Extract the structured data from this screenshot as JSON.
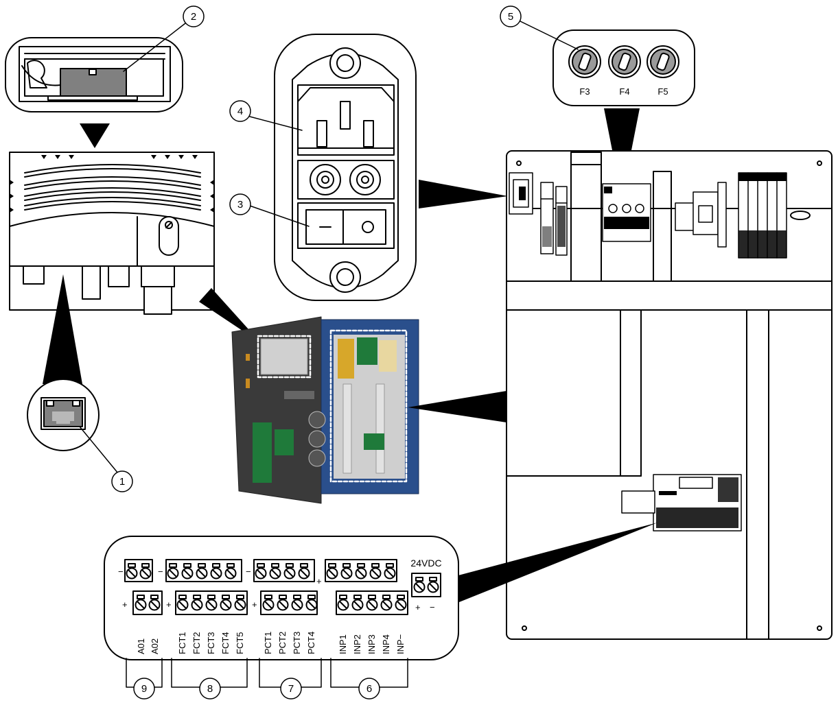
{
  "callouts": [
    "1",
    "2",
    "3",
    "4",
    "5",
    "6",
    "7",
    "8",
    "9"
  ],
  "fuses": [
    "F3",
    "F4",
    "F5"
  ],
  "power_label": "24VDC",
  "signs": {
    "plus": "+",
    "minus": "−"
  },
  "terminals": {
    "ao": [
      "A01",
      "A02"
    ],
    "fct": [
      "FCT1",
      "FCT2",
      "FCT3",
      "FCT4",
      "FCT5"
    ],
    "pct": [
      "PCT1",
      "PCT2",
      "PCT3",
      "PCT4"
    ],
    "inp": [
      "INP1",
      "INP2",
      "INP3",
      "INP4",
      "INP−"
    ]
  },
  "colors": {
    "line": "#000000",
    "enclosure_blue": "#2a4f8c",
    "board_green": "#1f7a3a",
    "fuse_gray": "#9a9a9a"
  }
}
